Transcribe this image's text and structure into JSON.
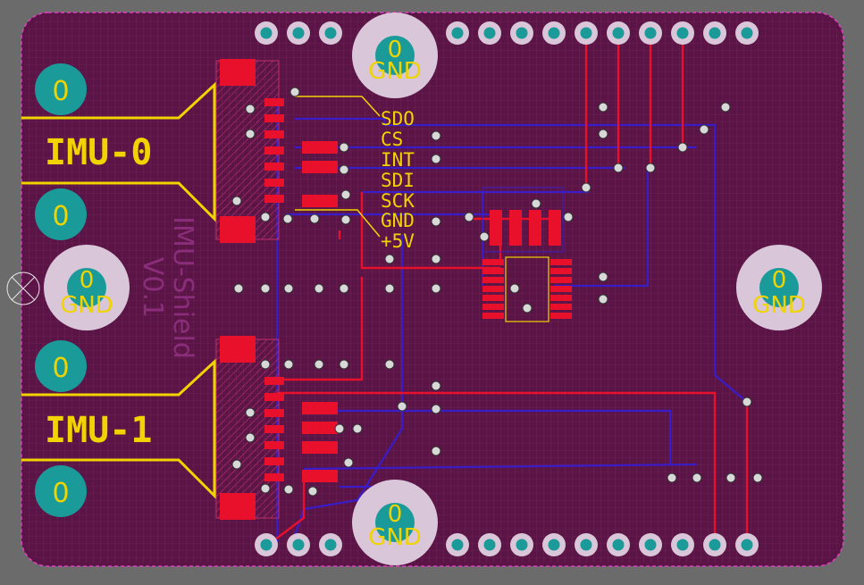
{
  "labels": {
    "imu0": "IMU-0",
    "imu1": "IMU-1",
    "silk_title_line1": "IMU-Shield",
    "silk_title_line2": "V0.1",
    "signals": [
      "SDO",
      "CS",
      "INT",
      "SDI",
      "SCK",
      "GND",
      "+5V"
    ],
    "pad_zero": "0",
    "gnd": "GND"
  },
  "colors": {
    "board": "#5a1446",
    "background": "#6b6b6b",
    "copper_top": "#e8102a",
    "copper_bottom": "#3a1cc8",
    "silkscreen": "#f0d400",
    "via_pad": "#d8d8d8",
    "mount_hole_ring": "#d9c6d9",
    "teal_pad": "#1b9a9a"
  }
}
